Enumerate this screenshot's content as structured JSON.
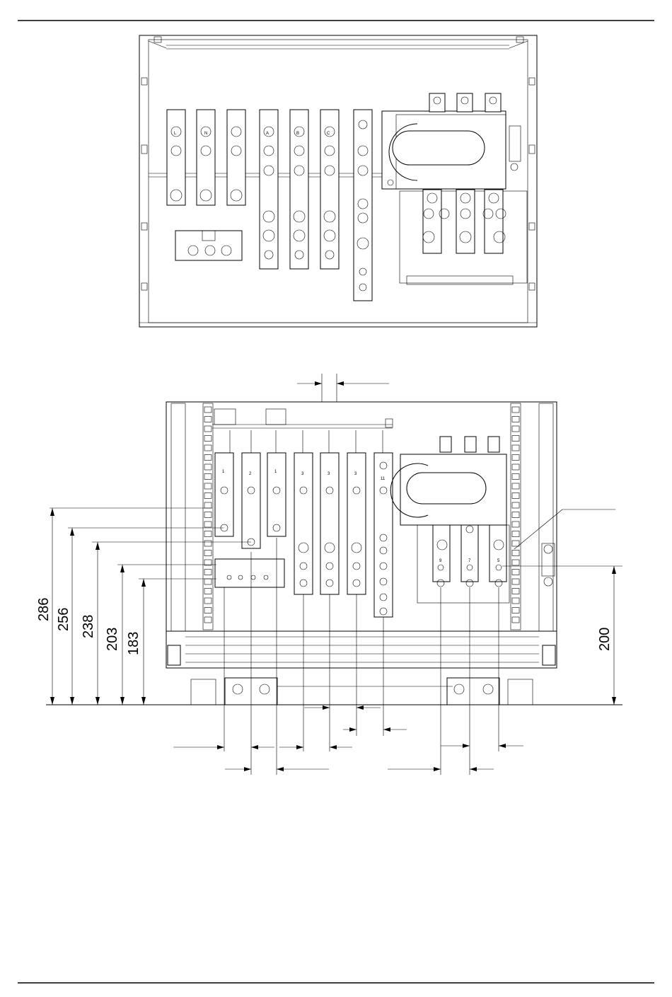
{
  "dimensions_left": [
    "286",
    "256",
    "238",
    "203",
    "183"
  ],
  "dimension_right": "200",
  "terminal_numbers_top": [
    "1",
    "2",
    "1",
    "3",
    "3",
    "3",
    "11"
  ],
  "terminal_numbers_switch": [
    "9",
    "7",
    "5"
  ],
  "busbar_labels_top": [
    "L",
    "N",
    "",
    "A",
    "B",
    "C",
    ""
  ]
}
